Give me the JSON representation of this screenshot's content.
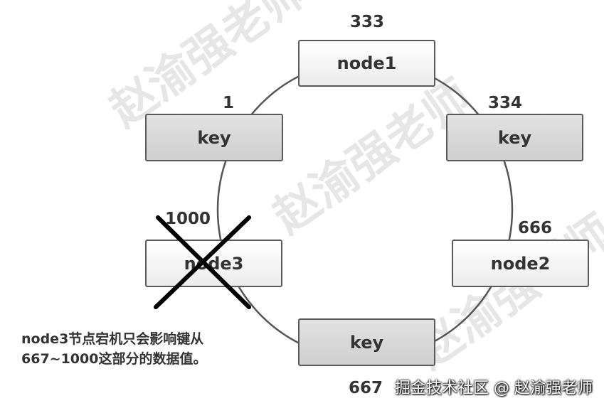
{
  "nodes": {
    "node1": {
      "label": "node1",
      "number": "333"
    },
    "node2": {
      "label": "node2",
      "number": "666"
    },
    "node3": {
      "label": "node3",
      "number": "1000"
    }
  },
  "keys": {
    "key_left": {
      "label": "key",
      "number": "1"
    },
    "key_right": {
      "label": "key",
      "number": "334"
    },
    "key_bottom": {
      "label": "key",
      "number": "667"
    }
  },
  "note": {
    "line1": "node3节点宕机只会影响键从",
    "line2": "667~1000这部分的数据值。"
  },
  "credit": "掘金技术社区 @ 赵渝强老师",
  "watermark": "赵渝强老师",
  "colors": {
    "ring": "#555555",
    "cross": "#000000",
    "node_fill": "#f2f2f2",
    "key_fill": "#d9d9d9"
  }
}
